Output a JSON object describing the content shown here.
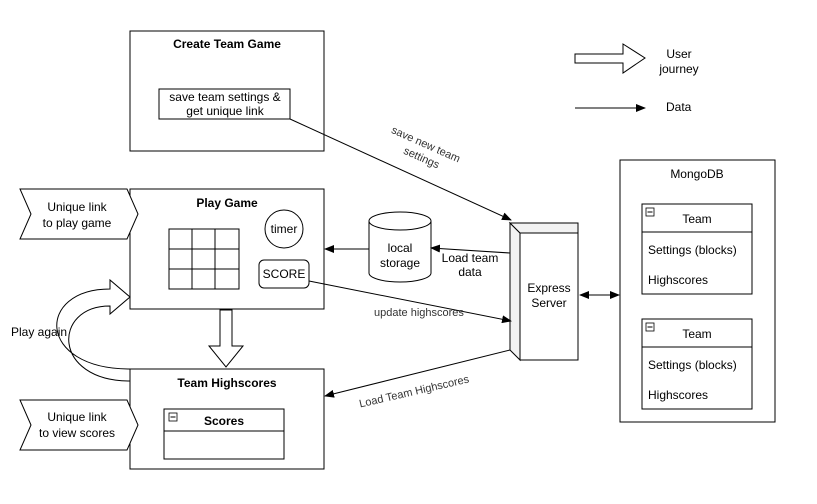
{
  "legend": {
    "user_journey": [
      "User",
      "journey"
    ],
    "data": "Data"
  },
  "create_team_game": {
    "title": "Create Team Game",
    "action": [
      "save team settings &",
      "get unique link"
    ]
  },
  "play_game": {
    "title": "Play Game",
    "timer": "timer",
    "score": "SCORE"
  },
  "team_highscores": {
    "title": "Team Highscores",
    "scores_panel": "Scores"
  },
  "local_storage": [
    "local",
    "storage"
  ],
  "express_server": [
    "Express",
    "Server"
  ],
  "mongodb": {
    "title": "MongoDB",
    "entities": [
      {
        "title": "Team",
        "fields": [
          "Settings (blocks)",
          "Highscores"
        ]
      },
      {
        "title": "Team",
        "fields": [
          "Settings (blocks)",
          "Highscores"
        ]
      }
    ]
  },
  "entry_points": {
    "play": [
      "Unique link",
      "to play game"
    ],
    "view": [
      "Unique link",
      "to view scores"
    ]
  },
  "edge_labels": {
    "save_new": [
      "save new team",
      "settings"
    ],
    "load_team": [
      "Load team",
      "data"
    ],
    "update_highscores": "update highscores",
    "load_highscores": "Load Team Highscores",
    "play_again": "Play again"
  }
}
